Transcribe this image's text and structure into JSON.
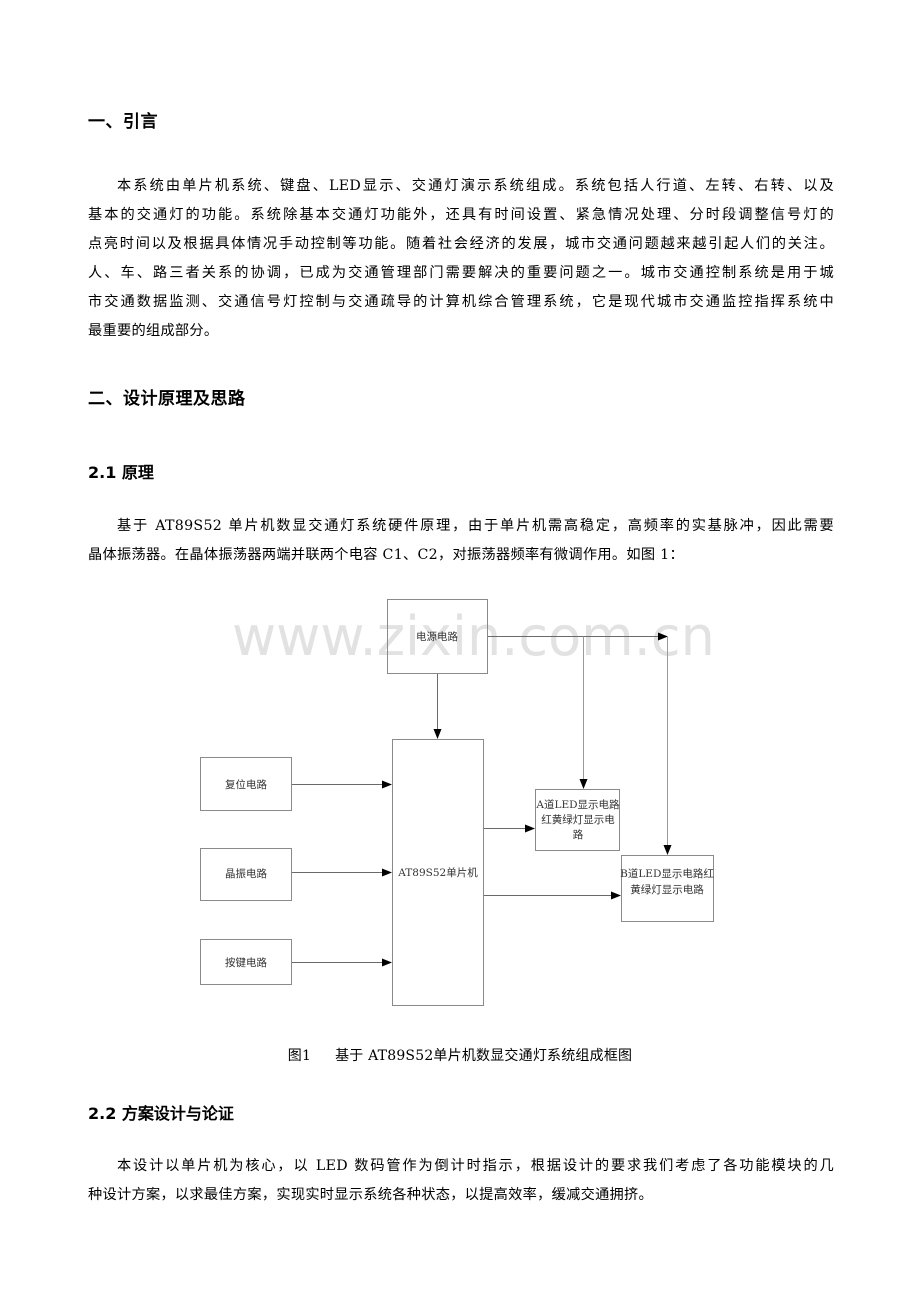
{
  "section1": {
    "heading": "一、引言",
    "paragraph_lines": [
      "本系统由单片机系统、键盘、LED显示、交通灯演示系统组成。系统包括人行道、左转、右转、以及",
      "基本的交通灯的功能。系统除基本交通灯功能外，还具有时间设置、紧急情况处理、分时段调整信号灯的",
      "点亮时间以及根据具体情况手动控制等功能。随着社会经济的发展，城市交通问题越来越引起人们的关注。",
      "人、车、路三者关系的协调，已成为交通管理部门需要解决的重要问题之一。城市交通控制系统是用于城",
      "市交通数据监测、交通信号灯控制与交通疏导的计算机综合管理系统，它是现代城市交通监控指挥系统中",
      "最重要的组成部分。"
    ]
  },
  "section2": {
    "heading": "二、设计原理及思路",
    "sub1": {
      "heading": "2.1 原理",
      "paragraph_lines": [
        "基于 AT89S52 单片机数显交通灯系统硬件原理，由于单片机需高稳定，高频率的实基脉冲，因此需要",
        "晶体振荡器。在晶体振荡器两端并联两个电容 C1、C2，对振荡器频率有微调作用。如图 1："
      ]
    },
    "figure": {
      "watermark": "www.zixin.com.cn",
      "boxes": {
        "power": "电源电路",
        "reset": "复位电路",
        "crystal": "晶振电路",
        "keys": "按键电路",
        "mcu": "AT89S52单片机",
        "display_a": [
          "A道LED显示电路",
          "红黄绿灯显示电",
          "路"
        ],
        "display_b": [
          "B道LED显示电路红",
          "黄绿灯显示电路"
        ]
      },
      "caption_num": "图1",
      "caption_text": "基于 AT89S52单片机数显交通灯系统组成框图"
    },
    "sub2": {
      "heading": "2.2 方案设计与论证",
      "paragraph_lines": [
        "本设计以单片机为核心，以 LED 数码管作为倒计时指示，根据设计的要求我们考虑了各功能模块的几",
        "种设计方案，以求最佳方案，实现实时显示系统各种状态，以提高效率，缓减交通拥挤。"
      ]
    }
  }
}
